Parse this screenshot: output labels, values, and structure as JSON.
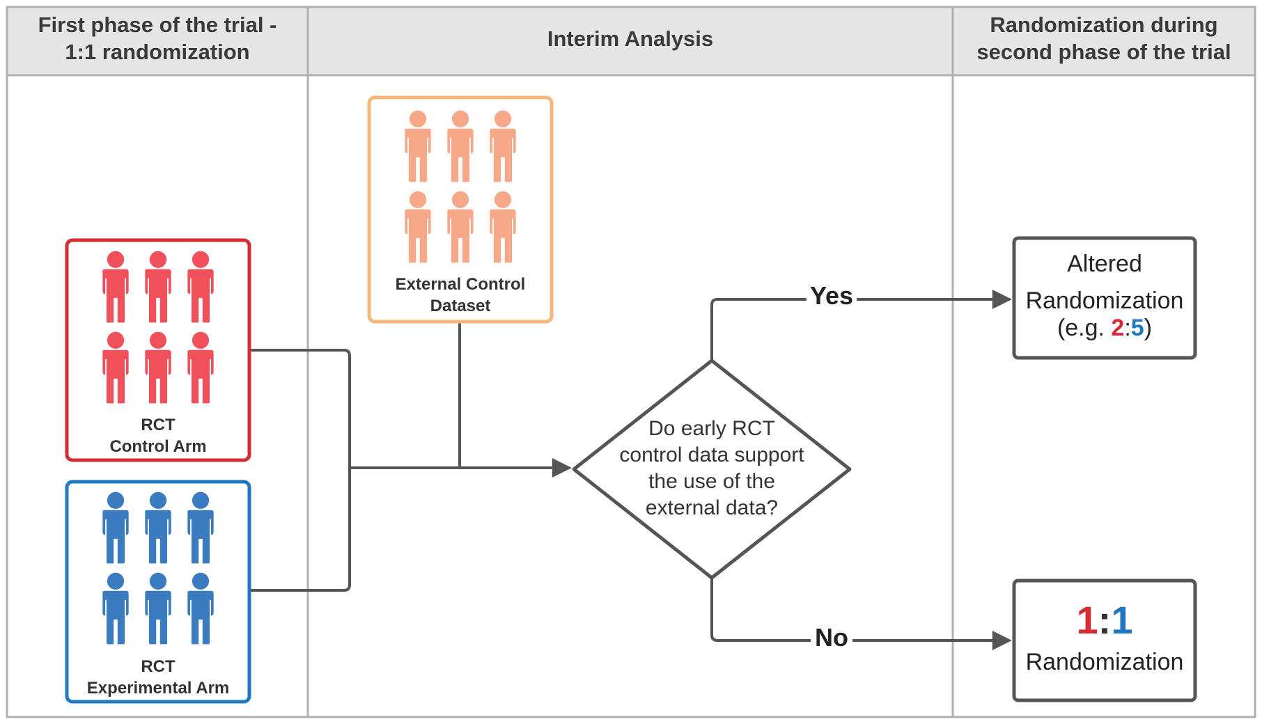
{
  "headers": {
    "phase1_line1": "First phase of the trial -",
    "phase1_line2": "1:1 randomization",
    "interim": "Interim Analysis",
    "phase2_line1": "Randomization during",
    "phase2_line2": "second phase of the trial"
  },
  "external": {
    "line1": "External Control",
    "line2": "Dataset",
    "color": "#f5b87a",
    "people_color": "#f7a888"
  },
  "control": {
    "line1": "RCT",
    "line2": "Control Arm",
    "color": "#d42b35",
    "people_color": "#f0505a"
  },
  "experimental": {
    "line1": "RCT",
    "line2": "Experimental Arm",
    "color": "#1f78c0",
    "people_color": "#3b7cc0"
  },
  "decision": {
    "line1": "Do early RCT",
    "line2": "control data support",
    "line3": "the use of the",
    "line4": "external data?"
  },
  "branches": {
    "yes": "Yes",
    "no": "No"
  },
  "altered": {
    "line1": "Altered",
    "line2": "Randomization",
    "prefix": "(e.g. ",
    "red_num": "2",
    "colon": ":",
    "blue_num": "5",
    "suffix": ")"
  },
  "equal": {
    "red_num": "1",
    "colon": ":",
    "blue_num": "1",
    "label": "Randomization"
  },
  "colors": {
    "red": "#d42b35",
    "blue": "#1f78c0",
    "line": "#555555",
    "header_bg": "#e6e6e6",
    "border": "#b0b0b0"
  }
}
